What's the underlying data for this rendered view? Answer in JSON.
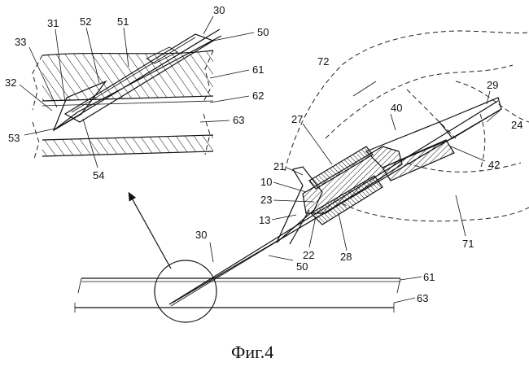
{
  "figure": {
    "caption": "Фиг.4",
    "labels": {
      "l30_top": "30",
      "l50_top": "50",
      "l51": "51",
      "l52": "52",
      "l31": "31",
      "l33": "33",
      "l32": "32",
      "l53": "53",
      "l54": "54",
      "l61_top": "61",
      "l62": "62",
      "l63_top": "63",
      "l72": "72",
      "l29": "29",
      "l40": "40",
      "l27": "27",
      "l24": "24",
      "l42": "42",
      "l21": "21",
      "l10": "10",
      "l23": "23",
      "l13": "13",
      "l22": "22",
      "l28": "28",
      "l71": "71",
      "l30_bottom": "30",
      "l50_bottom": "50",
      "l61_bottom": "61",
      "l63_bottom": "63"
    }
  }
}
